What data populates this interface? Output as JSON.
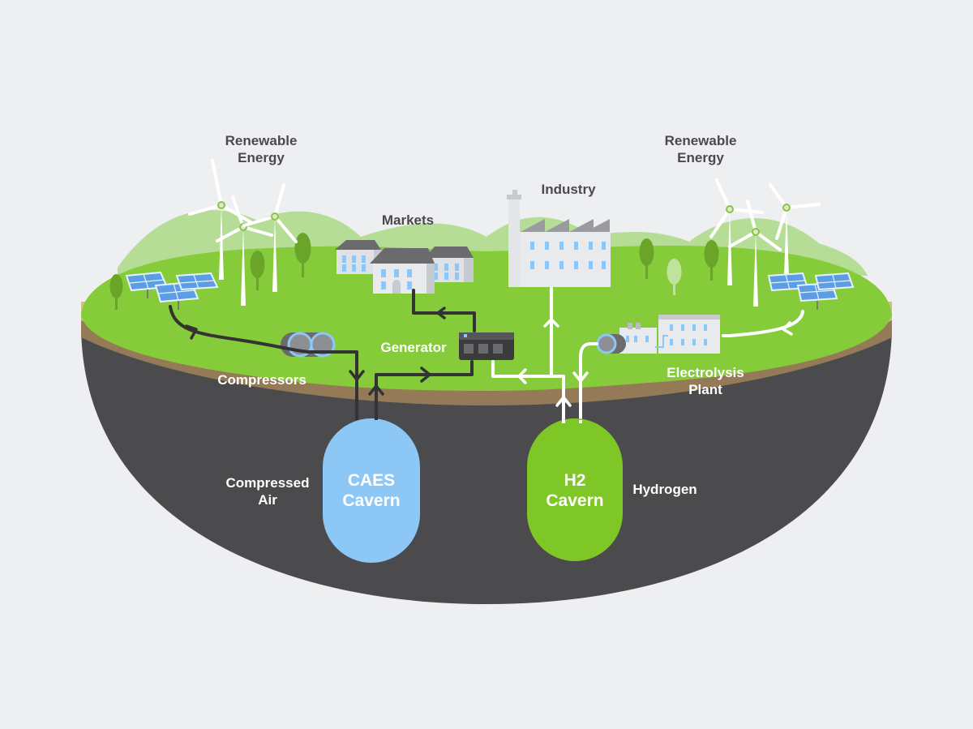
{
  "labels": {
    "renewable_left_1": "Renewable",
    "renewable_left_2": "Energy",
    "renewable_right_1": "Renewable",
    "renewable_right_2": "Energy",
    "markets": "Markets",
    "industry": "Industry",
    "generator": "Generator",
    "compressors": "Compressors",
    "electrolysis_1": "Electrolysis",
    "electrolysis_2": "Plant",
    "compressed_air_1": "Compressed",
    "compressed_air_2": "Air",
    "caes_1": "CAES",
    "caes_2": "Cavern",
    "h2_1": "H2",
    "h2_2": "Cavern",
    "hydrogen": "Hydrogen"
  },
  "colors": {
    "background": "#eeeff1",
    "grass": "#86cc3a",
    "hills": "#b5dd96",
    "soil": "#957a57",
    "sand": "#cfc08a",
    "underground": "#4b4b4d",
    "caes_cavern": "#8cc7f6",
    "h2_cavern": "#7ec726",
    "compressed_air_flow": "#333336",
    "hydrogen_flow": "#ffffff"
  }
}
